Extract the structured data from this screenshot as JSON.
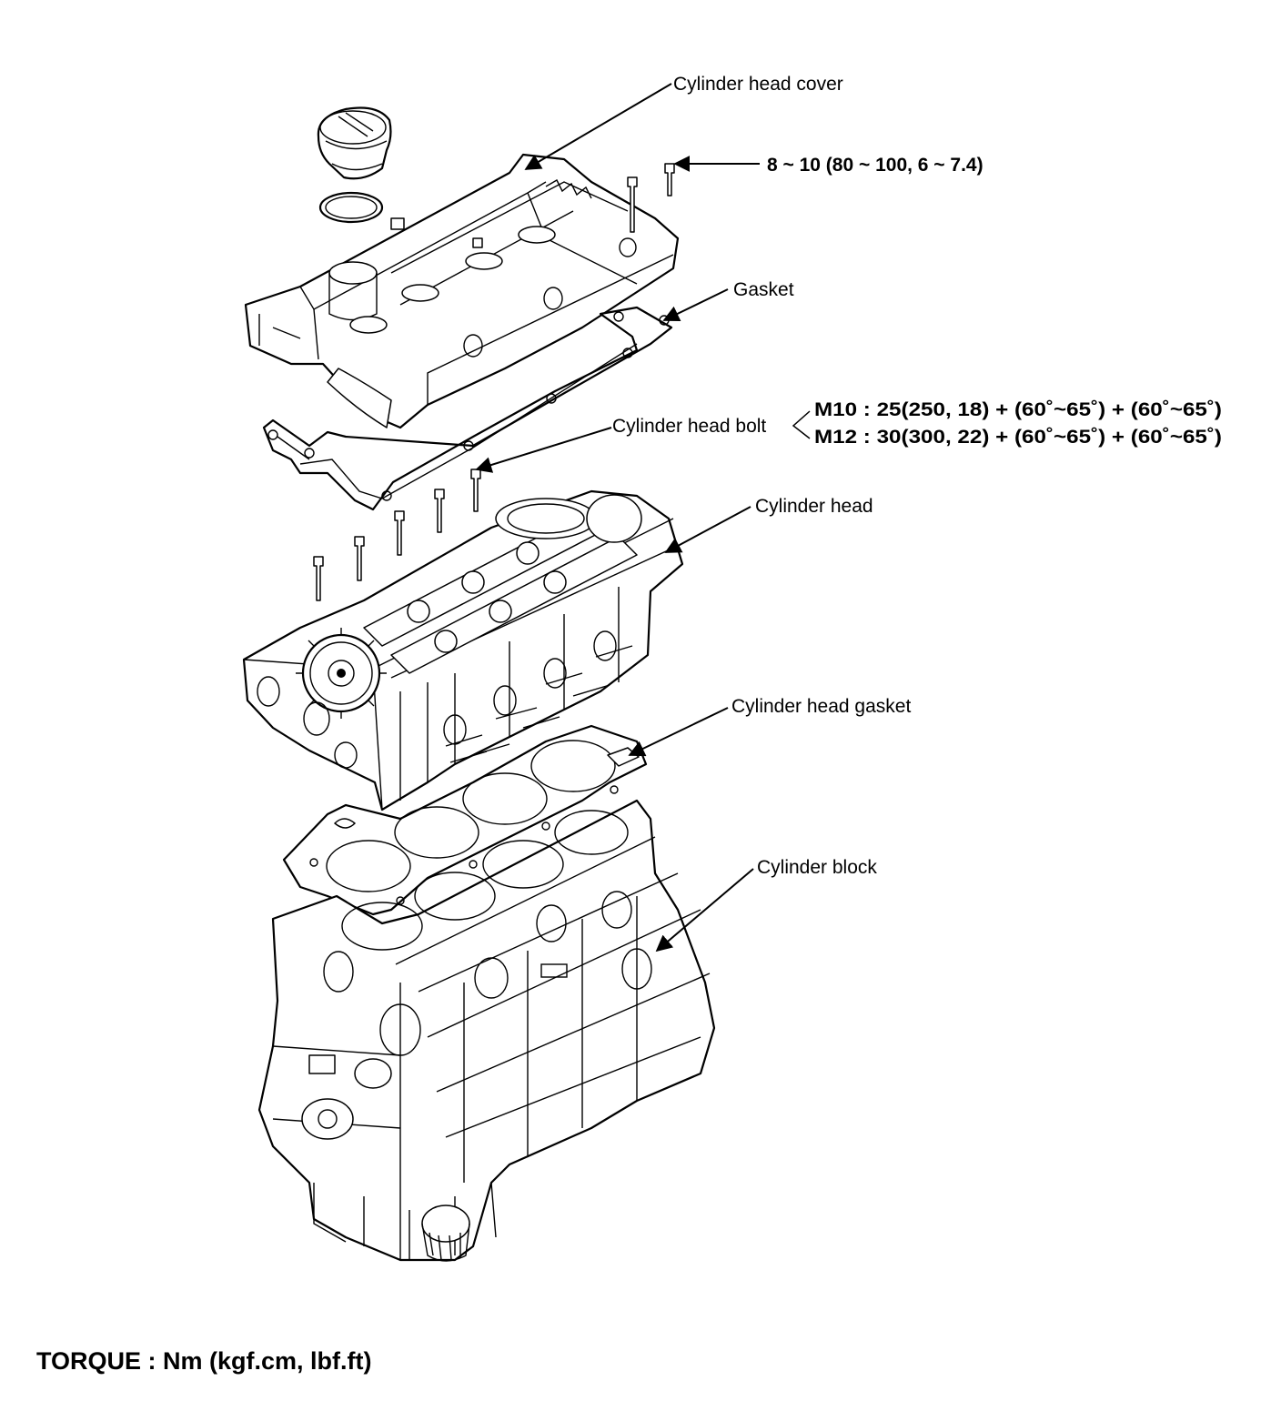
{
  "labels": {
    "cylinder_head_cover": "Cylinder head cover",
    "cover_bolt_torque": "8 ~ 10 (80 ~ 100, 6 ~ 7.4)",
    "gasket": "Gasket",
    "cylinder_head_bolt": "Cylinder head bolt",
    "m10_torque": "M10 : 25(250, 18) + (60˚~65˚) + (60˚~65˚)",
    "m12_torque": "M12 : 30(300, 22) + (60˚~65˚) + (60˚~65˚)",
    "cylinder_head": "Cylinder head",
    "cylinder_head_gasket": "Cylinder head gasket",
    "cylinder_block": "Cylinder block"
  },
  "footer": {
    "torque_units": "TORQUE : Nm (kgf.cm, lbf.ft)"
  }
}
